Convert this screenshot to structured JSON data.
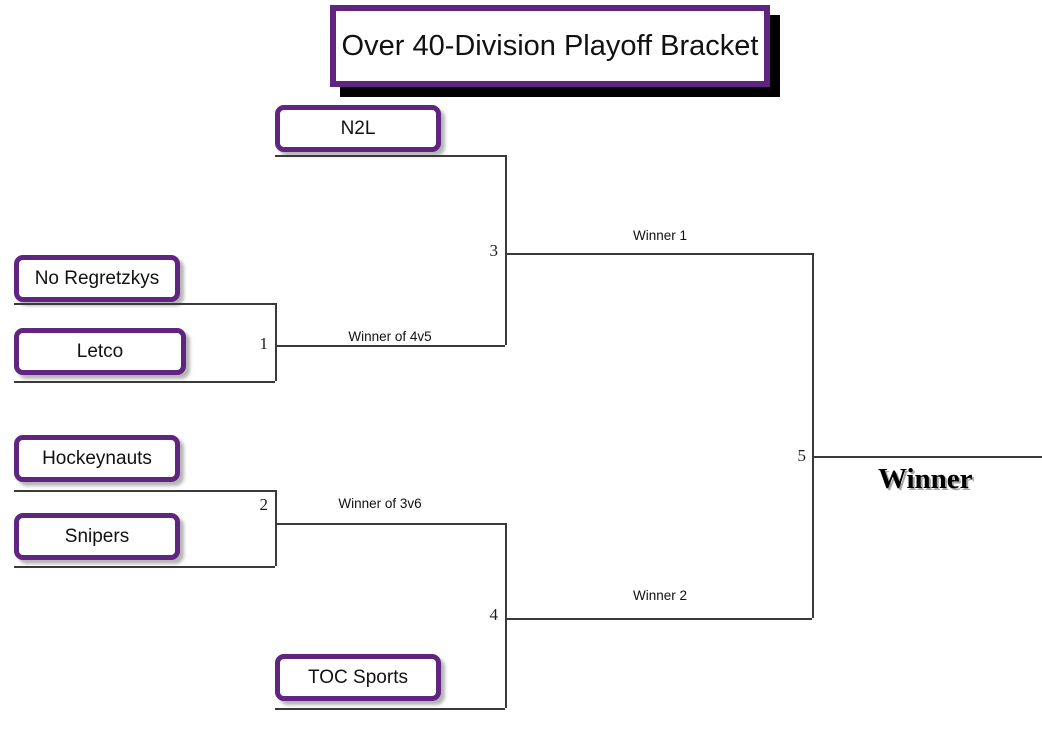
{
  "header": {
    "title": "Over 40-Division Playoff Bracket"
  },
  "colors": {
    "box_border": "#5f2580",
    "line": "#3a3a3a",
    "title_shadow": "#000000",
    "text": "#111111"
  },
  "teams": [
    {
      "id": "n2l",
      "name": "N2L"
    },
    {
      "id": "no-regretzkys",
      "name": "No Regretzkys"
    },
    {
      "id": "letco",
      "name": "Letco"
    },
    {
      "id": "hockeynauts",
      "name": "Hockeynauts"
    },
    {
      "id": "snipers",
      "name": "Snipers"
    },
    {
      "id": "toc-sports",
      "name": "TOC Sports"
    }
  ],
  "matches": [
    {
      "id": "match-1",
      "number": "1"
    },
    {
      "id": "match-2",
      "number": "2"
    },
    {
      "id": "match-3",
      "number": "3"
    },
    {
      "id": "match-4",
      "number": "4"
    },
    {
      "id": "match-5",
      "number": "5"
    }
  ],
  "edge_labels": [
    {
      "id": "winner-of-4v5",
      "text": "Winner of 4v5"
    },
    {
      "id": "winner-of-3v6",
      "text": "Winner of 3v6"
    },
    {
      "id": "winner-1",
      "text": "Winner 1"
    },
    {
      "id": "winner-2",
      "text": "Winner 2"
    }
  ],
  "final": {
    "label": "Winner"
  }
}
